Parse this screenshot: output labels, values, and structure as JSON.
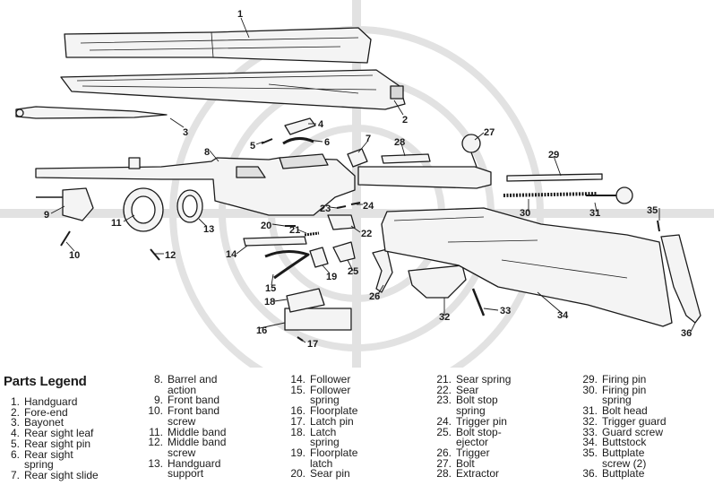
{
  "callouts": [
    "1",
    "2",
    "3",
    "4",
    "5",
    "6",
    "7",
    "8",
    "9",
    "10",
    "11",
    "12",
    "13",
    "14",
    "15",
    "16",
    "17",
    "18",
    "19",
    "20",
    "21",
    "22",
    "23",
    "24",
    "25",
    "26",
    "27",
    "28",
    "29",
    "30",
    "31",
    "32",
    "33",
    "34",
    "35",
    "36"
  ],
  "legend": {
    "title": "Parts Legend",
    "columns": [
      [
        {
          "num": "1.",
          "name": "Handguard"
        },
        {
          "num": "2.",
          "name": "Fore-end"
        },
        {
          "num": "3.",
          "name": "Bayonet"
        },
        {
          "num": "4.",
          "name": "Rear sight leaf"
        },
        {
          "num": "5.",
          "name": "Rear sight pin"
        },
        {
          "num": "6.",
          "name": "Rear sight\nspring"
        },
        {
          "num": "7.",
          "name": "Rear sight slide"
        }
      ],
      [
        {
          "num": "8.",
          "name": "Barrel and\naction"
        },
        {
          "num": "9.",
          "name": "Front band"
        },
        {
          "num": "10.",
          "name": "Front band\nscrew"
        },
        {
          "num": "11.",
          "name": "Middle band"
        },
        {
          "num": "12.",
          "name": "Middle band\nscrew"
        },
        {
          "num": "13.",
          "name": "Handguard\nsupport"
        }
      ],
      [
        {
          "num": "14.",
          "name": "Follower"
        },
        {
          "num": "15.",
          "name": "Follower\nspring"
        },
        {
          "num": "16.",
          "name": "Floorplate"
        },
        {
          "num": "17.",
          "name": "Latch pin"
        },
        {
          "num": "18.",
          "name": "Latch\nspring"
        },
        {
          "num": "19.",
          "name": "Floorplate\nlatch"
        },
        {
          "num": "20.",
          "name": "Sear pin"
        }
      ],
      [
        {
          "num": "21.",
          "name": "Sear spring"
        },
        {
          "num": "22.",
          "name": "Sear"
        },
        {
          "num": "23.",
          "name": "Bolt stop\nspring"
        },
        {
          "num": "24.",
          "name": "Trigger pin"
        },
        {
          "num": "25.",
          "name": "Bolt stop-\nejector"
        },
        {
          "num": "26.",
          "name": "Trigger"
        },
        {
          "num": "27.",
          "name": "Bolt"
        },
        {
          "num": "28.",
          "name": "Extractor"
        }
      ],
      [
        {
          "num": "29.",
          "name": "Firing pin"
        },
        {
          "num": "30.",
          "name": "Firing pin\nspring"
        },
        {
          "num": "31.",
          "name": "Bolt head"
        },
        {
          "num": "32.",
          "name": "Trigger guard"
        },
        {
          "num": "33.",
          "name": "Guard screw"
        },
        {
          "num": "34.",
          "name": "Buttstock"
        },
        {
          "num": "35.",
          "name": "Buttplate\nscrew (2)"
        },
        {
          "num": "36.",
          "name": "Buttplate"
        }
      ]
    ]
  }
}
